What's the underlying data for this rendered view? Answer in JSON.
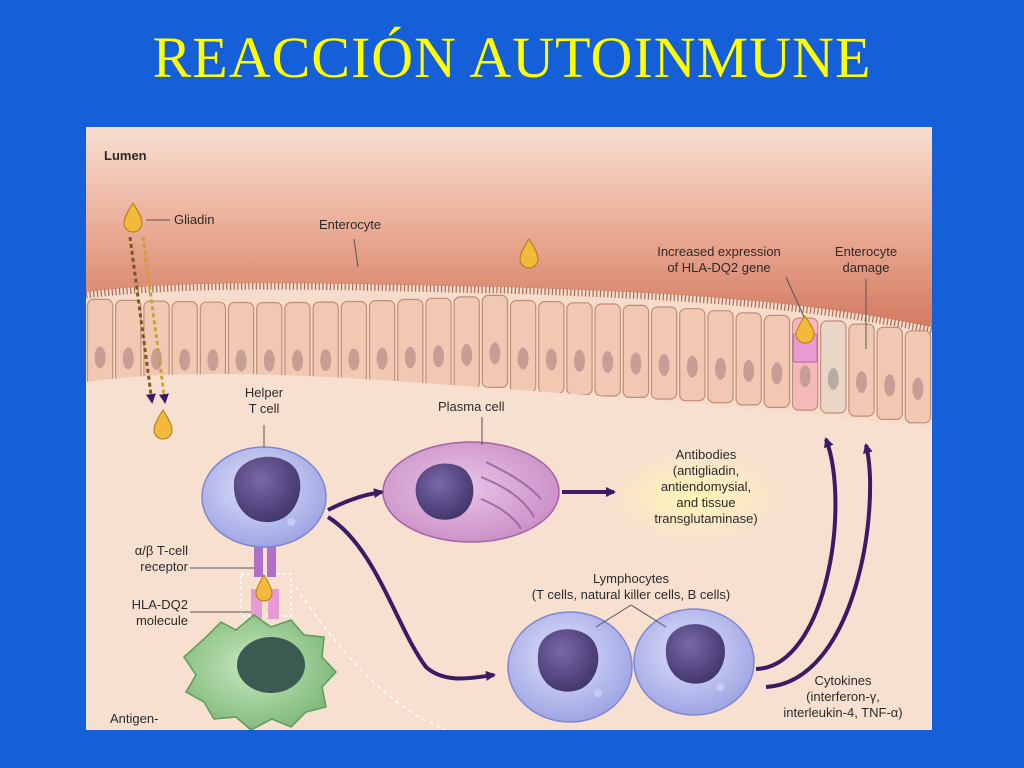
{
  "title": "REACCIÓN AUTOINMUNE",
  "labels": {
    "lumen": "Lumen",
    "gliadin": "Gliadin",
    "enterocyte": "Enterocyte",
    "increased_expression_1": "Increased expression",
    "increased_expression_2": "of HLA-DQ2 gene",
    "enterocyte_damage_1": "Enterocyte",
    "enterocyte_damage_2": "damage",
    "helper_1": "Helper",
    "helper_2": "T cell",
    "plasma_cell": "Plasma cell",
    "antibodies_1": "Antibodies",
    "antibodies_2": "(antigliadin,",
    "antibodies_3": "antiendomysial,",
    "antibodies_4": "and tissue",
    "antibodies_5": "transglutaminase)",
    "tcell_receptor_1": "α/β T-cell",
    "tcell_receptor_2": "receptor",
    "hla_molecule_1": "HLA-DQ2",
    "hla_molecule_2": "molecule",
    "lymphocytes_1": "Lymphocytes",
    "lymphocytes_2": "(T cells, natural killer cells, B cells)",
    "cytokines_1": "Cytokines",
    "cytokines_2": "(interferon-γ,",
    "cytokines_3": "interleukin-4, TNF-α)",
    "antigen": "Antigen-"
  },
  "colors": {
    "background": "#1560d8",
    "title": "#ffff00",
    "lumen_top": "#f7dccc",
    "lumen_band": "#d98a72",
    "cell": "#f1c9b2",
    "nucleus": "#c79d96",
    "arrow": "#3a1c64",
    "gliadin": "#f2b93a",
    "tcell": "#aeb4ec",
    "plasma": "#d9a6d6",
    "apc": "#8fc58a",
    "hla": "#e89bd2"
  }
}
